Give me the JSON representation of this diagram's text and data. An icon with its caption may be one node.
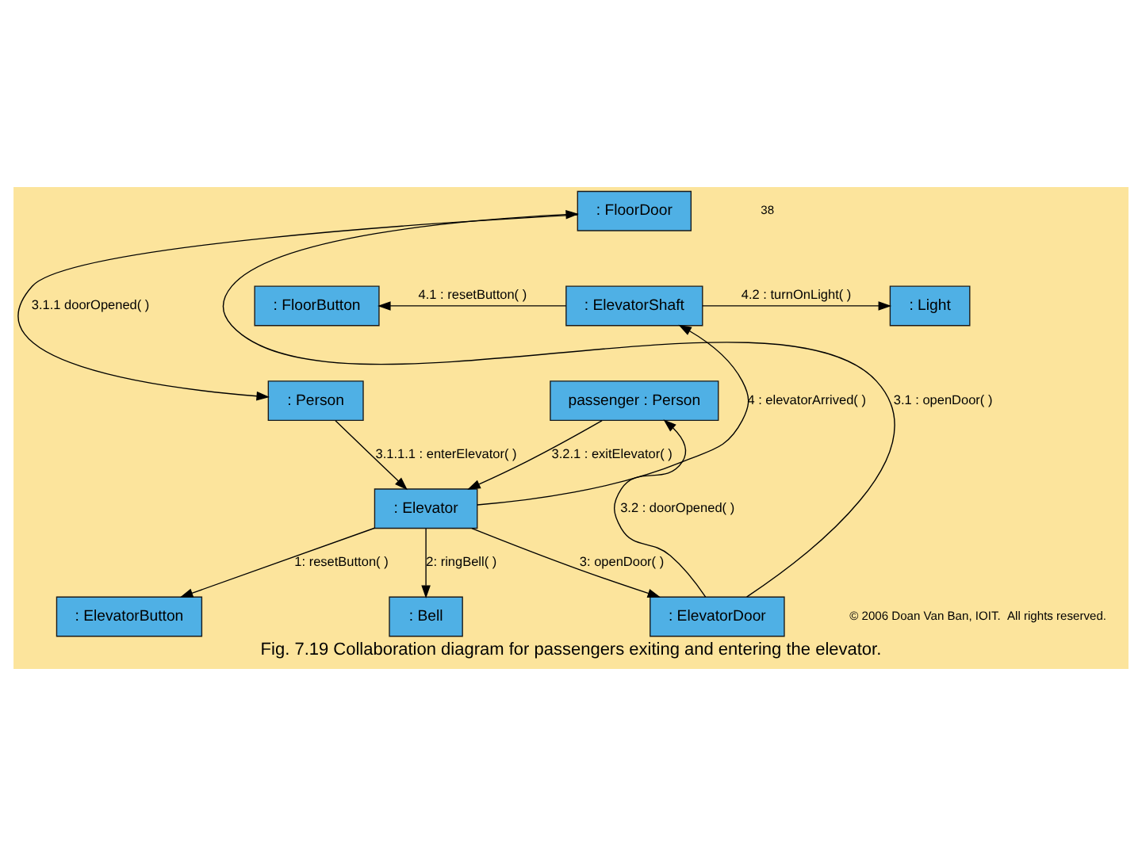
{
  "diagram": {
    "caption": "Fig. 7.19 Collaboration diagram for passengers exiting and entering the elevator.",
    "nodes": [
      {
        "text": [
          ": FloorDoor"
        ]
      },
      {
        "text": [
          ": FloorButton"
        ]
      },
      {
        "text": [
          ": ElevatorShaft"
        ]
      },
      {
        "text": [
          ": Light"
        ]
      },
      {
        "text": [
          ": Person"
        ]
      },
      {
        "text": [
          "passenger : Person"
        ]
      },
      {
        "text": [
          ": Elevator"
        ]
      },
      {
        "text": [
          ": ElevatorButton"
        ]
      },
      {
        "text": [
          ": Bell"
        ]
      },
      {
        "text": [
          ": ElevatorDoor"
        ]
      }
    ],
    "edges": [
      {
        "from": 0,
        "to": 4,
        "arrow": "to",
        "label": "3.1.1 doorOpened( )"
      },
      {
        "from": 9,
        "to": 0,
        "arrow": "to",
        "label": "3.1 : openDoor( )"
      },
      {
        "from": 2,
        "to": 1,
        "arrow": "to",
        "label": "4.1 : resetButton( )"
      },
      {
        "from": 2,
        "to": 3,
        "arrow": "to",
        "label": "4.2 : turnOnLight( )"
      },
      {
        "from": 6,
        "to": 2,
        "arrow": "to",
        "label": "4 : elevatorArrived( )"
      },
      {
        "from": 4,
        "to": 6,
        "arrow": "to",
        "label": "3.1.1.1 : enterElevator( )"
      },
      {
        "from": 5,
        "to": 6,
        "arrow": "to",
        "label": "3.2.1 : exitElevator( )"
      },
      {
        "from": 6,
        "to": 7,
        "arrow": "to",
        "label": "1: resetButton( )"
      },
      {
        "from": 6,
        "to": 8,
        "arrow": "to",
        "label": "2: ringBell( )"
      },
      {
        "from": 6,
        "to": 9,
        "arrow": "to",
        "label": "3: openDoor( )"
      },
      {
        "from": 9,
        "to": 5,
        "arrow": "to",
        "label": "3.2 : doorOpened( )"
      }
    ],
    "labels": [
      "38",
      "© 2006 Doan Van Ban, IOIT.  All rights reserved."
    ]
  }
}
